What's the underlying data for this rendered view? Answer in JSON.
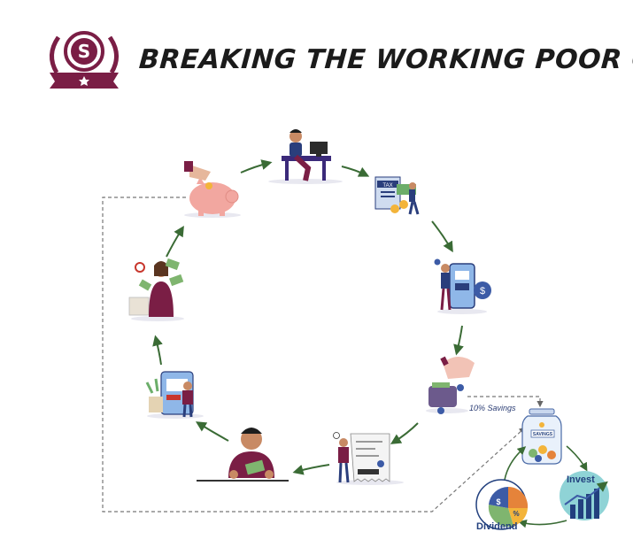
{
  "title": "BREAKING THE WORKING POOR CYCLE",
  "logo": {
    "letter": "S",
    "color": "#7a1e45"
  },
  "cycle": {
    "stages": [
      {
        "id": "work",
        "icon": "desk-worker-icon"
      },
      {
        "id": "tax",
        "icon": "tax-form-icon"
      },
      {
        "id": "bills",
        "icon": "phone-payment-icon"
      },
      {
        "id": "wallet",
        "icon": "wallet-icon"
      },
      {
        "id": "receipt",
        "icon": "receipt-icon"
      },
      {
        "id": "broke",
        "icon": "person-counting-cash-icon"
      },
      {
        "id": "shopping",
        "icon": "online-shopping-icon"
      },
      {
        "id": "spending",
        "icon": "cash-spending-icon"
      },
      {
        "id": "piggy",
        "icon": "piggy-bank-icon"
      }
    ],
    "arrow_color": "#3a6b35"
  },
  "savings_label": "10% Savings",
  "jar_label": "SAVINGS",
  "invest_label": "Invest",
  "dividend_label": "Dividend",
  "pie_symbols": {
    "dollar": "$",
    "percent": "%"
  },
  "colors": {
    "maroon": "#7a1e45",
    "navy": "#22407e",
    "green": "#3a6b35",
    "teal": "#8fd3d6"
  }
}
